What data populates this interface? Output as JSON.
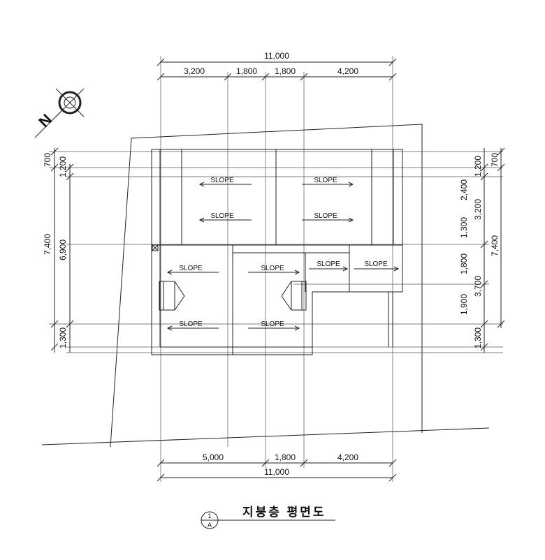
{
  "drawing": {
    "title": "지붕층 평면도",
    "detail_number": "1",
    "sheet_ref": "A",
    "north_label": "N"
  },
  "dimensions": {
    "top_total": "11,000",
    "top_segments": [
      "3,200",
      "1,800",
      "1,800",
      "4,200"
    ],
    "bottom_segments": [
      "5,000",
      "1,800",
      "4,200"
    ],
    "bottom_total": "11,000",
    "left_outer": [
      "700",
      "1,200",
      "7,400",
      "1,300"
    ],
    "left_inner": [
      "6,900"
    ],
    "right_inner": [
      "1,200",
      "2,400",
      "1,300",
      "1,800",
      "1,900",
      "1,300"
    ],
    "right_outer": [
      "700",
      "3,200",
      "7,400",
      "3,700"
    ]
  },
  "slopes": [
    {
      "label": "SLOPE",
      "dir": "left"
    },
    {
      "label": "SLOPE",
      "dir": "right"
    },
    {
      "label": "SLOPE",
      "dir": "left"
    },
    {
      "label": "SLOPE",
      "dir": "right"
    },
    {
      "label": "SLOPE",
      "dir": "left"
    },
    {
      "label": "SLOPE",
      "dir": "right"
    },
    {
      "label": "SLOPE",
      "dir": "right"
    },
    {
      "label": "SLOPE",
      "dir": "right"
    },
    {
      "label": "SLOPE",
      "dir": "left"
    },
    {
      "label": "SLOPE",
      "dir": "right"
    }
  ],
  "colors": {
    "line": "#222222",
    "background": "#ffffff"
  }
}
